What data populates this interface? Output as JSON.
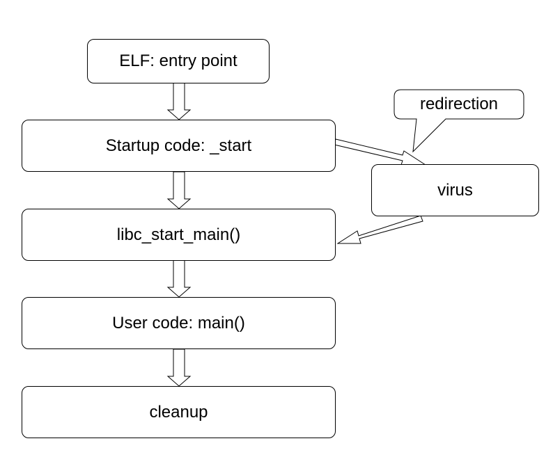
{
  "nodes": {
    "entry": "ELF: entry point",
    "start": "Startup code: _start",
    "libc": "libc_start_main()",
    "main": "User code: main()",
    "cleanup": "cleanup",
    "virus": "virus"
  },
  "callout": "redirection",
  "colors": {
    "stroke": "#000000",
    "fill": "#ffffff"
  }
}
